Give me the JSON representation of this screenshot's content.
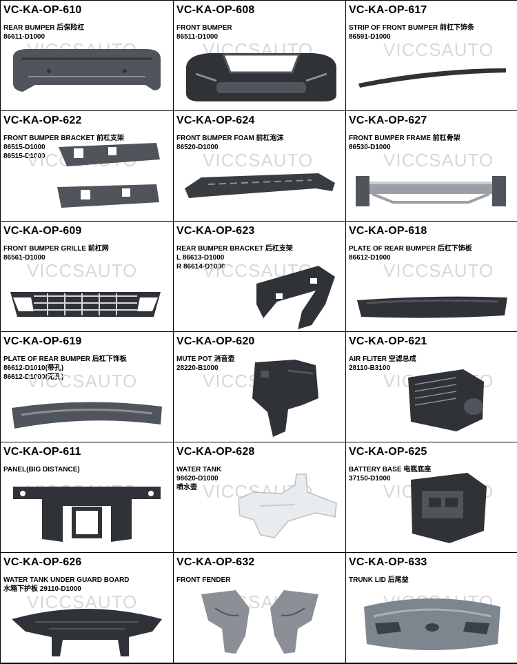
{
  "watermark": "VICCSAUTO",
  "colors": {
    "part_dark": "#2f3338",
    "part_mid": "#50555b",
    "part_light": "#8a9096",
    "foam": "#3a3d40",
    "frame": "#9aa0a6",
    "tank": "#e8ecef"
  },
  "cells": [
    {
      "code": "VC-KA-OP-610",
      "desc": "REAR BUMPER 后保险杠\n86611-D1000",
      "part": "rear-bumper"
    },
    {
      "code": "VC-KA-OP-608",
      "desc": "FRONT BUMPER\n86511-D1000",
      "part": "front-bumper"
    },
    {
      "code": "VC-KA-OP-617",
      "desc": "STRIP OF FRONT BUMPER 前杠下饰条\n86591-D1000",
      "part": "strip"
    },
    {
      "code": "VC-KA-OP-622",
      "desc": "FRONT BUMPER BRACKET 前杠支架\n86515-D1000\n86515-D1000",
      "part": "bracket"
    },
    {
      "code": "VC-KA-OP-624",
      "desc": "FRONT BUMPER FOAM 前杠泡沫\n86520-D1000",
      "part": "foam"
    },
    {
      "code": "VC-KA-OP-627",
      "desc": "FRONT BUMPER FRAME 前杠骨架\n86530-D1000",
      "part": "frame"
    },
    {
      "code": "VC-KA-OP-609",
      "desc": "FRONT BUMPER GRILLE 前杠网\n86561-D1000",
      "part": "grille"
    },
    {
      "code": "VC-KA-OP-623",
      "desc": "REAR BUMPER BRACKET 后杠支架\nL 86613-D1000\nR 86614-D1000",
      "part": "rear-bracket"
    },
    {
      "code": "VC-KA-OP-618",
      "desc": "PLATE OF REAR BUMPER 后杠下饰板\n86612-D1000",
      "part": "rear-plate"
    },
    {
      "code": "VC-KA-OP-619",
      "desc": "PLATE OF REAR BUMPER 后杠下饰板\n86612-D1010(带孔)\n86612-D1000(无孔)",
      "part": "rear-plate2"
    },
    {
      "code": "VC-KA-OP-620",
      "desc": "MUTE POT 消音壶\n28220-B1000",
      "part": "mute-pot"
    },
    {
      "code": "VC-KA-OP-621",
      "desc": "AIR FLITER 空滤总成\n28110-B3100",
      "part": "air-filter"
    },
    {
      "code": "VC-KA-OP-611",
      "desc": "PANEL(BIG DISTANCE)",
      "part": "panel"
    },
    {
      "code": "VC-KA-OP-628",
      "desc": "WATER TANK\n98620-D1000\n喷水壶",
      "part": "water-tank"
    },
    {
      "code": "VC-KA-OP-625",
      "desc": "BATTERY BASE 电瓶底座\n37150-D1000",
      "part": "battery-base"
    },
    {
      "code": "VC-KA-OP-626",
      "desc": "WATER TANK UNDER GUARD BOARD\n水箱下护板 29110-D1000",
      "part": "guard-board"
    },
    {
      "code": "VC-KA-OP-632",
      "desc": "FRONT FENDER",
      "part": "fender"
    },
    {
      "code": "VC-KA-OP-633",
      "desc": "TRUNK LID 后尾益",
      "part": "trunk-lid"
    }
  ]
}
